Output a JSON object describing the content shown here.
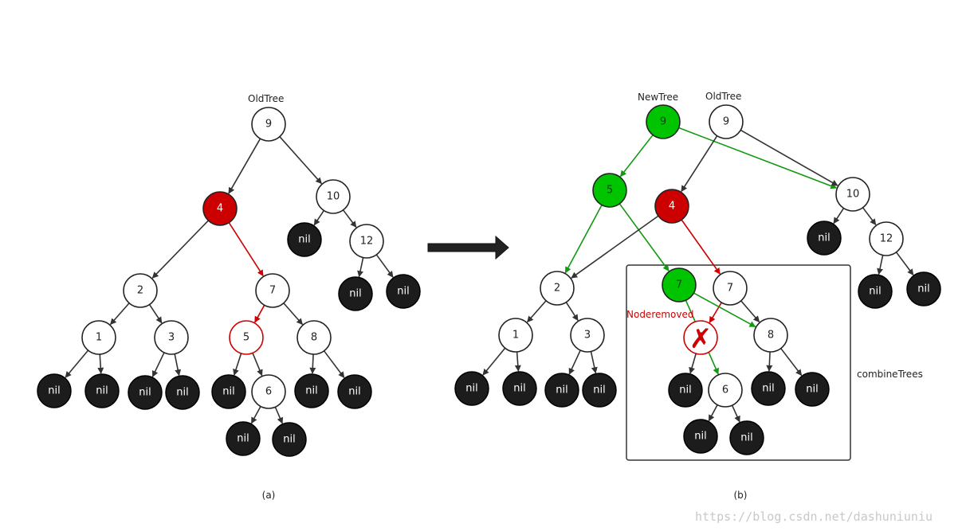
{
  "colors": {
    "black_node": "#1c1c1c",
    "white_node": "#ffffff",
    "red_node": "#cc0000",
    "green_node": "#00c400",
    "edge_default": "#333333",
    "edge_red": "#cc0000",
    "edge_green": "#119911"
  },
  "panel_a": {
    "tree_label": "OldTree",
    "caption": "(a)",
    "nodes": [
      {
        "id": "a9",
        "label": "9",
        "fill": "white"
      },
      {
        "id": "a4",
        "label": "4",
        "fill": "red"
      },
      {
        "id": "a10",
        "label": "10",
        "fill": "white"
      },
      {
        "id": "a2",
        "label": "2",
        "fill": "white"
      },
      {
        "id": "a7",
        "label": "7",
        "fill": "white"
      },
      {
        "id": "an1",
        "label": "nil",
        "fill": "black"
      },
      {
        "id": "a12",
        "label": "12",
        "fill": "white"
      },
      {
        "id": "an2",
        "label": "nil",
        "fill": "black"
      },
      {
        "id": "an3",
        "label": "nil",
        "fill": "black"
      },
      {
        "id": "a1",
        "label": "1",
        "fill": "white"
      },
      {
        "id": "a3",
        "label": "3",
        "fill": "white"
      },
      {
        "id": "a5",
        "label": "5",
        "fill": "white",
        "stroke": "red"
      },
      {
        "id": "a8",
        "label": "8",
        "fill": "white"
      },
      {
        "id": "an4",
        "label": "nil",
        "fill": "black"
      },
      {
        "id": "an5",
        "label": "nil",
        "fill": "black"
      },
      {
        "id": "an6",
        "label": "nil",
        "fill": "black"
      },
      {
        "id": "an7",
        "label": "nil",
        "fill": "black"
      },
      {
        "id": "an8",
        "label": "nil",
        "fill": "black"
      },
      {
        "id": "a6",
        "label": "6",
        "fill": "white"
      },
      {
        "id": "an9",
        "label": "nil",
        "fill": "black"
      },
      {
        "id": "an10",
        "label": "nil",
        "fill": "black"
      },
      {
        "id": "an11",
        "label": "nil",
        "fill": "black"
      },
      {
        "id": "an12",
        "label": "nil",
        "fill": "black"
      }
    ],
    "edges": [
      {
        "from": "a9",
        "to": "a4"
      },
      {
        "from": "a9",
        "to": "a10"
      },
      {
        "from": "a4",
        "to": "a2"
      },
      {
        "from": "a4",
        "to": "a7",
        "color": "red"
      },
      {
        "from": "a10",
        "to": "an1"
      },
      {
        "from": "a10",
        "to": "a12"
      },
      {
        "from": "a12",
        "to": "an2"
      },
      {
        "from": "a12",
        "to": "an3"
      },
      {
        "from": "a2",
        "to": "a1"
      },
      {
        "from": "a2",
        "to": "a3"
      },
      {
        "from": "a7",
        "to": "a5",
        "color": "red"
      },
      {
        "from": "a7",
        "to": "a8"
      },
      {
        "from": "a1",
        "to": "an4"
      },
      {
        "from": "a1",
        "to": "an5"
      },
      {
        "from": "a3",
        "to": "an6"
      },
      {
        "from": "a3",
        "to": "an7"
      },
      {
        "from": "a5",
        "to": "an8"
      },
      {
        "from": "a5",
        "to": "a6"
      },
      {
        "from": "a8",
        "to": "an9"
      },
      {
        "from": "a8",
        "to": "an10"
      },
      {
        "from": "a6",
        "to": "an11"
      },
      {
        "from": "a6",
        "to": "an12"
      }
    ]
  },
  "panel_b": {
    "new_tree_label": "NewTree",
    "old_tree_label": "OldTree",
    "caption": "(b)",
    "removed_label": "Noderemoved",
    "box_label": "combineTrees",
    "nodes": [
      {
        "id": "bn9",
        "label": "9",
        "fill": "green"
      },
      {
        "id": "bo9",
        "label": "9",
        "fill": "white"
      },
      {
        "id": "bn5",
        "label": "5",
        "fill": "green"
      },
      {
        "id": "b4",
        "label": "4",
        "fill": "red"
      },
      {
        "id": "b10",
        "label": "10",
        "fill": "white"
      },
      {
        "id": "bnl1",
        "label": "nil",
        "fill": "black"
      },
      {
        "id": "b12",
        "label": "12",
        "fill": "white"
      },
      {
        "id": "bnl2",
        "label": "nil",
        "fill": "black"
      },
      {
        "id": "bnl3",
        "label": "nil",
        "fill": "black"
      },
      {
        "id": "b2",
        "label": "2",
        "fill": "white"
      },
      {
        "id": "bn7",
        "label": "7",
        "fill": "green"
      },
      {
        "id": "b7",
        "label": "7",
        "fill": "white"
      },
      {
        "id": "b1",
        "label": "1",
        "fill": "white"
      },
      {
        "id": "b3",
        "label": "3",
        "fill": "white"
      },
      {
        "id": "b5",
        "label": "5",
        "fill": "white",
        "stroke": "red",
        "crossed": true
      },
      {
        "id": "b8",
        "label": "8",
        "fill": "white"
      },
      {
        "id": "bnl4",
        "label": "nil",
        "fill": "black"
      },
      {
        "id": "bnl5",
        "label": "nil",
        "fill": "black"
      },
      {
        "id": "bnl6",
        "label": "nil",
        "fill": "black"
      },
      {
        "id": "bnl7",
        "label": "nil",
        "fill": "black"
      },
      {
        "id": "bnl8",
        "label": "nil",
        "fill": "black"
      },
      {
        "id": "b6",
        "label": "6",
        "fill": "white"
      },
      {
        "id": "bnl9",
        "label": "nil",
        "fill": "black"
      },
      {
        "id": "bnl10",
        "label": "nil",
        "fill": "black"
      },
      {
        "id": "bnl11",
        "label": "nil",
        "fill": "black"
      },
      {
        "id": "bnl12",
        "label": "nil",
        "fill": "black"
      }
    ],
    "edges": [
      {
        "from": "bn9",
        "to": "bn5",
        "color": "green"
      },
      {
        "from": "bn9",
        "to": "b10",
        "color": "green"
      },
      {
        "from": "bo9",
        "to": "b4"
      },
      {
        "from": "bo9",
        "to": "b10"
      },
      {
        "from": "bn5",
        "to": "b2",
        "color": "green"
      },
      {
        "from": "bn5",
        "to": "bn7",
        "color": "green"
      },
      {
        "from": "b4",
        "to": "b2"
      },
      {
        "from": "b4",
        "to": "b7",
        "color": "red"
      },
      {
        "from": "b10",
        "to": "bnl1"
      },
      {
        "from": "b10",
        "to": "b12"
      },
      {
        "from": "b12",
        "to": "bnl2"
      },
      {
        "from": "b12",
        "to": "bnl3"
      },
      {
        "from": "b2",
        "to": "b1"
      },
      {
        "from": "b2",
        "to": "b3"
      },
      {
        "from": "b7",
        "to": "b5",
        "color": "red"
      },
      {
        "from": "b7",
        "to": "b8"
      },
      {
        "from": "bn7",
        "to": "b8",
        "color": "green"
      },
      {
        "from": "bn7",
        "to": "b6",
        "color": "green"
      },
      {
        "from": "b1",
        "to": "bnl4"
      },
      {
        "from": "b1",
        "to": "bnl5"
      },
      {
        "from": "b3",
        "to": "bnl6"
      },
      {
        "from": "b3",
        "to": "bnl7"
      },
      {
        "from": "b5",
        "to": "bnl8"
      },
      {
        "from": "b8",
        "to": "bnl9"
      },
      {
        "from": "b8",
        "to": "bnl10"
      },
      {
        "from": "b6",
        "to": "bnl11"
      },
      {
        "from": "b6",
        "to": "bnl12"
      }
    ]
  },
  "watermark": "https://blog.csdn.net/dashuniuniu"
}
